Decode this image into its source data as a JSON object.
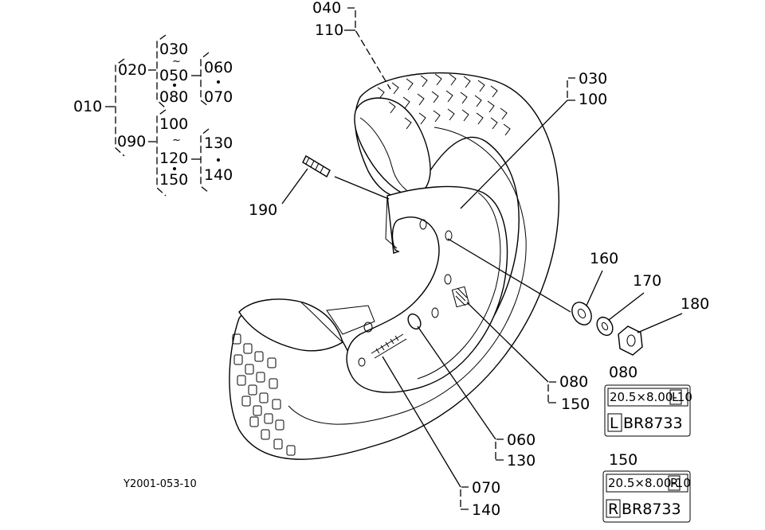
{
  "tree": {
    "root": "010",
    "a": "020",
    "a_top": "030",
    "a_mid": "050",
    "a_bot": "080",
    "a_r1": "060",
    "a_r2": "070",
    "b": "090",
    "b_top": "100",
    "b_mid": "120",
    "b_bot": "150",
    "b_r1": "130",
    "b_r2": "140"
  },
  "callouts": {
    "c040": "040",
    "c110": "110",
    "c030": "030",
    "c100": "100",
    "c190": "190",
    "c160": "160",
    "c170": "170",
    "c180": "180",
    "c080": "080",
    "c150": "150",
    "c060": "060",
    "c130": "130",
    "c070": "070",
    "c140": "140"
  },
  "plates": {
    "p1_title": "080",
    "p1_size": "20.5×8.00-10",
    "p1_side": "L",
    "p1_letter": "L",
    "p1_code": "BR8733",
    "p2_title": "150",
    "p2_size": "20.5×8.00-10",
    "p2_side": "R",
    "p2_letter": "R",
    "p2_code": "BR8733"
  },
  "figure_id": "Y2001-053-10"
}
